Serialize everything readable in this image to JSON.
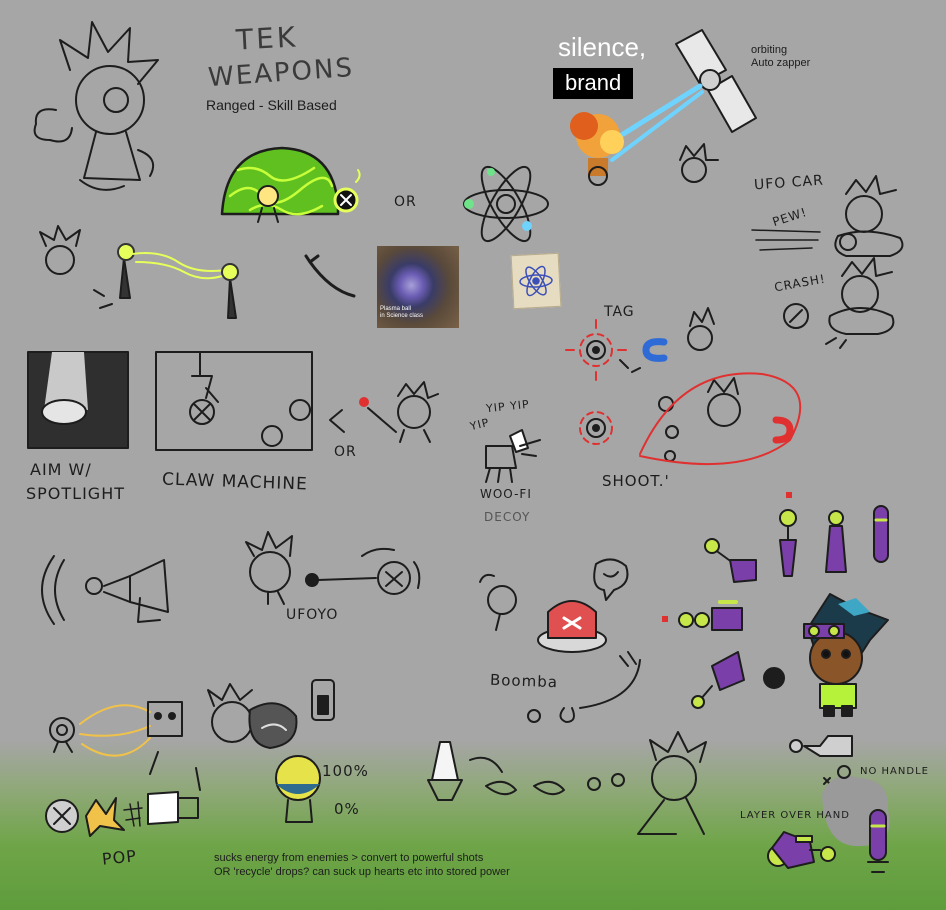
{
  "header": {
    "title_line1": "TEK",
    "title_line2": "WEAPONS",
    "subtitle": "Ranged - Skill Based"
  },
  "satellite": {
    "title_line1": "silence,",
    "title_line2": "brand",
    "label_line1": "orbiting",
    "label_line2": "Auto zapper"
  },
  "labels": {
    "or_plasma": "OR",
    "ufo_car": "UFO CAR",
    "pew": "PEW!",
    "crash": "CRASH!",
    "tag": "TAG",
    "aim_line1": "AIM W/",
    "aim_line2": "SPOTLIGHT",
    "claw_machine": "CLAW MACHINE",
    "or_claw": "OR",
    "yip_top": "YIP YIP",
    "yip_left": "YIP",
    "woofi": "WOO-FI",
    "decoy": "DECOY",
    "shoot": "SHOOT.'",
    "ufoyo": "UFOYO",
    "boomba": "Boomba",
    "percent_full": "100%",
    "percent_empty": "0%",
    "pop": "POP",
    "no_handle": "NO HANDLE",
    "layer_over_hand": "LAYER OVER HAND"
  },
  "photos": {
    "plasma_caption_line1": "Plasma ball",
    "plasma_caption_line2": "in Science class"
  },
  "notes": {
    "line1": "sucks energy from enemies > convert to powerful shots",
    "line2": "OR 'recycle' drops? can suck up hearts etc into stored power"
  },
  "colors": {
    "background": "#a6a6a6",
    "ground": "#5e9c3c",
    "ink": "#1d1d1d",
    "plasma_green": "#5fc01f",
    "electric_yellow": "#e6ff5a",
    "laser_blue": "#6fd3ff",
    "target_red": "#e03030",
    "magnet_blue": "#2e6bd6",
    "gun_purple": "#7a3fa8",
    "gun_lime": "#c6e64a"
  }
}
